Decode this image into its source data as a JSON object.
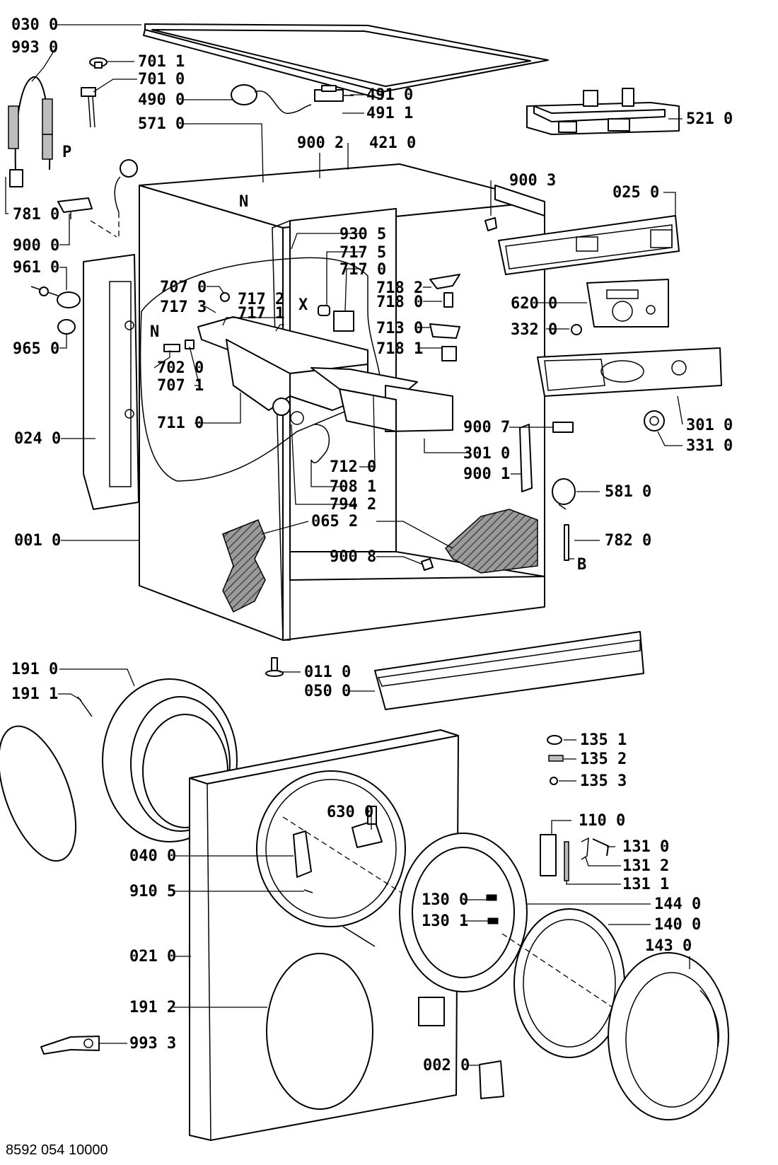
{
  "parts": [
    {
      "id": "030-0",
      "text": "030 0"
    },
    {
      "id": "993-0",
      "text": "993 0"
    },
    {
      "id": "701-1",
      "text": "701 1"
    },
    {
      "id": "701-0",
      "text": "701 0"
    },
    {
      "id": "490-0",
      "text": "490 0"
    },
    {
      "id": "491-0",
      "text": "491 0"
    },
    {
      "id": "491-1",
      "text": "491 1"
    },
    {
      "id": "521-0",
      "text": "521 0"
    },
    {
      "id": "571-0",
      "text": "571 0"
    },
    {
      "id": "900-2",
      "text": "900 2"
    },
    {
      "id": "421-0",
      "text": "421 0"
    },
    {
      "id": "781-0",
      "text": "781 0"
    },
    {
      "id": "900-0",
      "text": "900 0"
    },
    {
      "id": "900-3",
      "text": "900 3"
    },
    {
      "id": "025-0",
      "text": "025 0"
    },
    {
      "id": "961-0",
      "text": "961 0"
    },
    {
      "id": "930-5",
      "text": "930 5"
    },
    {
      "id": "717-5",
      "text": "717 5"
    },
    {
      "id": "717-0",
      "text": "717 0"
    },
    {
      "id": "707-0",
      "text": "707 0"
    },
    {
      "id": "717-3",
      "text": "717 3"
    },
    {
      "id": "717-2",
      "text": "717 2"
    },
    {
      "id": "717-1",
      "text": "717 1"
    },
    {
      "id": "718-2",
      "text": "718 2"
    },
    {
      "id": "718-0",
      "text": "718 0"
    },
    {
      "id": "620-0",
      "text": "620 0"
    },
    {
      "id": "713-0",
      "text": "713 0"
    },
    {
      "id": "332-0",
      "text": "332 0"
    },
    {
      "id": "965-0",
      "text": "965 0"
    },
    {
      "id": "718-1",
      "text": "718 1"
    },
    {
      "id": "702-0",
      "text": "702 0"
    },
    {
      "id": "707-1",
      "text": "707 1"
    },
    {
      "id": "711-0",
      "text": "711 0"
    },
    {
      "id": "900-7",
      "text": "900 7"
    },
    {
      "id": "301-0a",
      "text": "301 0"
    },
    {
      "id": "331-0",
      "text": "331 0"
    },
    {
      "id": "024-0",
      "text": "024 0"
    },
    {
      "id": "301-0b",
      "text": "301 0"
    },
    {
      "id": "712-0",
      "text": "712 0"
    },
    {
      "id": "900-1",
      "text": "900 1"
    },
    {
      "id": "708-1",
      "text": "708 1"
    },
    {
      "id": "581-0",
      "text": "581 0"
    },
    {
      "id": "794-2",
      "text": "794 2"
    },
    {
      "id": "065-2",
      "text": "065 2"
    },
    {
      "id": "001-0",
      "text": "001 0"
    },
    {
      "id": "782-0",
      "text": "782 0"
    },
    {
      "id": "900-8",
      "text": "900 8"
    },
    {
      "id": "191-0",
      "text": "191 0"
    },
    {
      "id": "011-0",
      "text": "011 0"
    },
    {
      "id": "191-1",
      "text": "191 1"
    },
    {
      "id": "050-0",
      "text": "050 0"
    },
    {
      "id": "135-1",
      "text": "135 1"
    },
    {
      "id": "135-2",
      "text": "135 2"
    },
    {
      "id": "135-3",
      "text": "135 3"
    },
    {
      "id": "630-0",
      "text": "630 0"
    },
    {
      "id": "110-0",
      "text": "110 0"
    },
    {
      "id": "040-0",
      "text": "040 0"
    },
    {
      "id": "131-0",
      "text": "131 0"
    },
    {
      "id": "131-2",
      "text": "131 2"
    },
    {
      "id": "131-1",
      "text": "131 1"
    },
    {
      "id": "910-5",
      "text": "910 5"
    },
    {
      "id": "130-0",
      "text": "130 0"
    },
    {
      "id": "144-0",
      "text": "144 0"
    },
    {
      "id": "130-1",
      "text": "130 1"
    },
    {
      "id": "140-0",
      "text": "140 0"
    },
    {
      "id": "021-0",
      "text": "021 0"
    },
    {
      "id": "143-0",
      "text": "143 0"
    },
    {
      "id": "191-2",
      "text": "191 2"
    },
    {
      "id": "993-3",
      "text": "993 3"
    },
    {
      "id": "002-0",
      "text": "002 0"
    }
  ],
  "markers": [
    {
      "id": "P",
      "text": "P"
    },
    {
      "id": "N-top",
      "text": "N"
    },
    {
      "id": "X",
      "text": "X"
    },
    {
      "id": "N-left",
      "text": "N"
    },
    {
      "id": "B",
      "text": "B"
    }
  ],
  "document_number": "8592 054 10000"
}
